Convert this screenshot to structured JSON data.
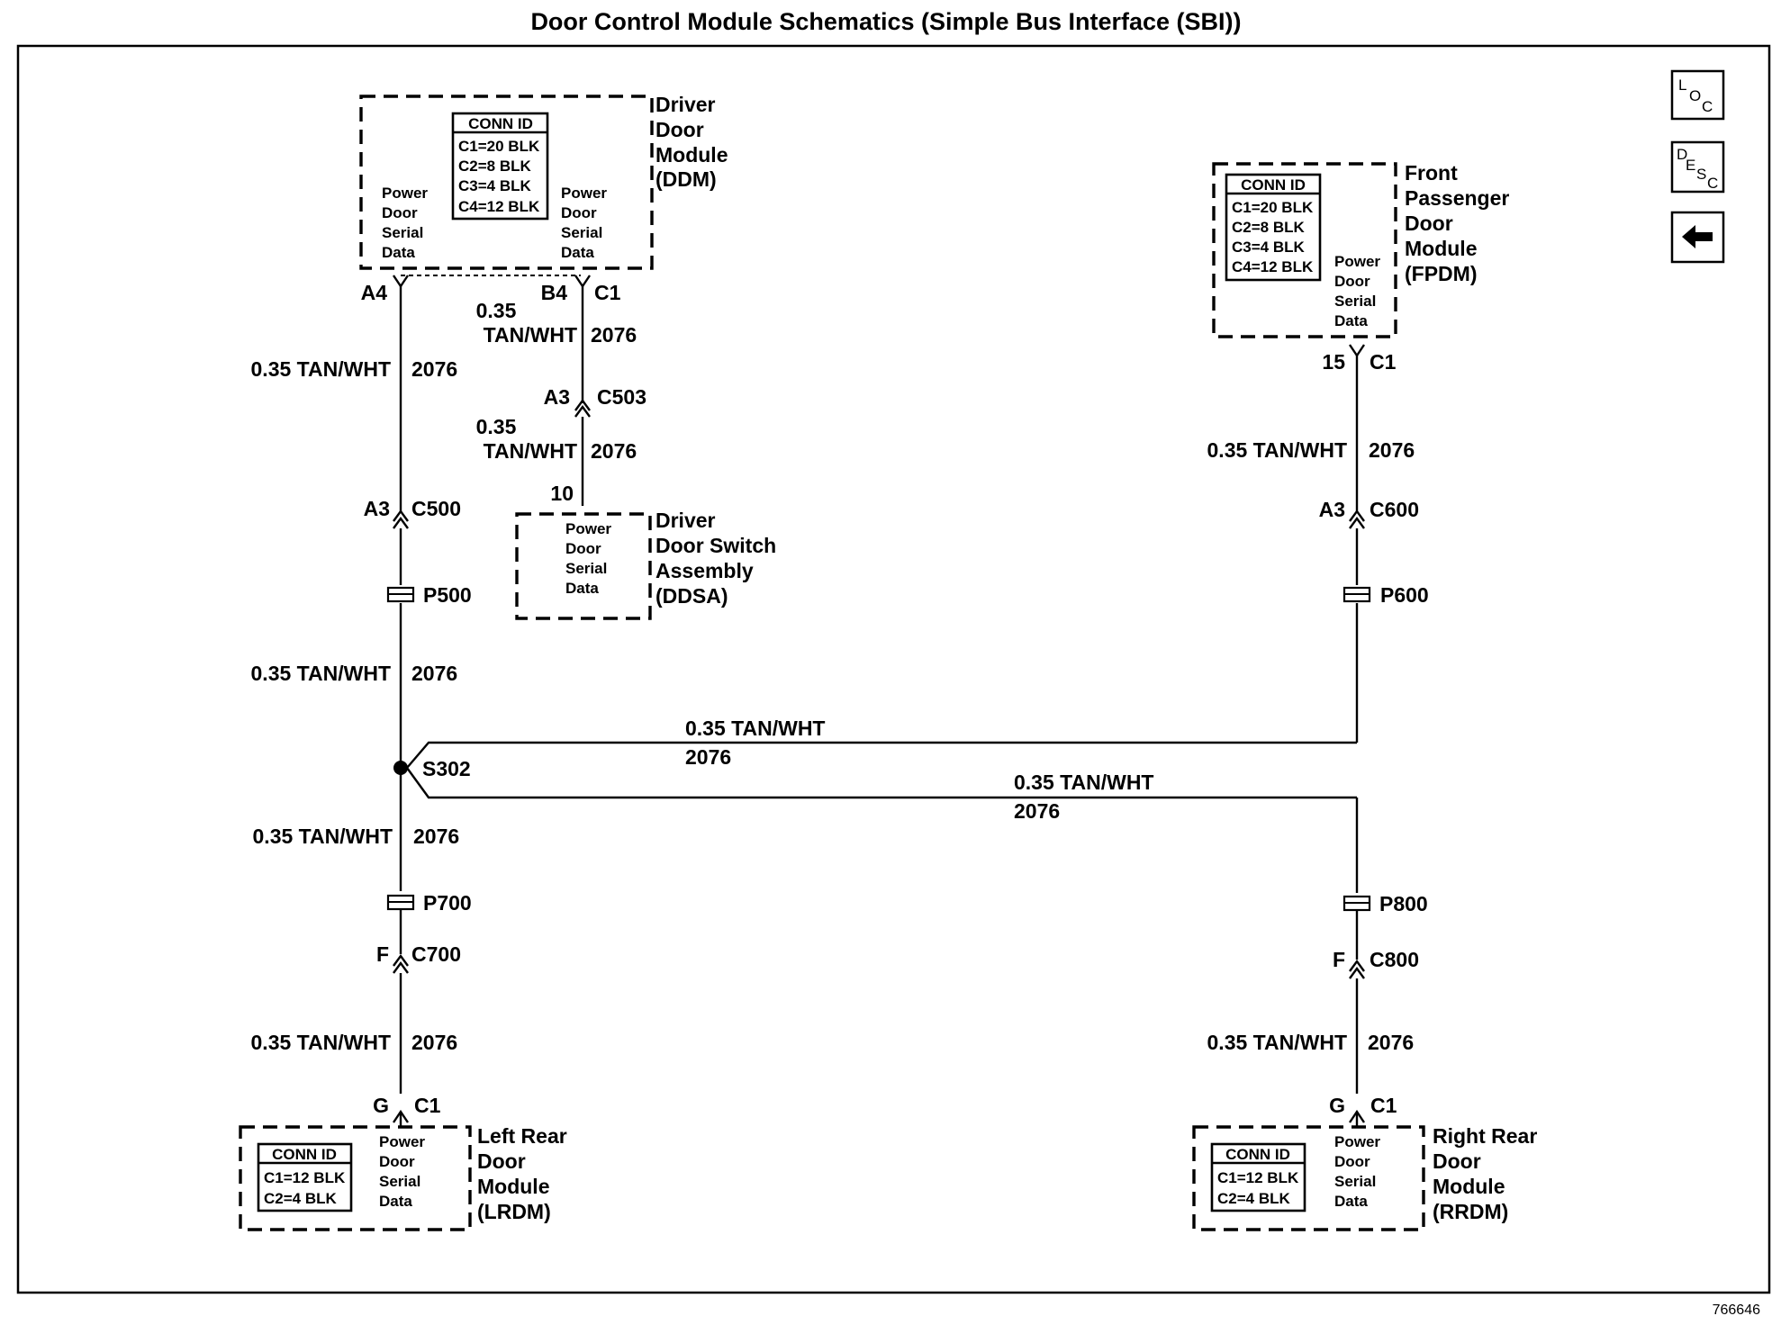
{
  "title": "Door Control Module Schematics (Simple Bus Interface (SBI))",
  "figure_id": "766646",
  "nav": {
    "loc_icon": "LOC",
    "desc_icon": "DESC",
    "back_icon": "back-arrow"
  },
  "wire": {
    "size_color": "0.35 TAN/WHT",
    "size": "0.35",
    "color": "TAN/WHT",
    "circuit": "2076"
  },
  "pin_label": [
    "Power",
    "Door",
    "Serial",
    "Data"
  ],
  "conn_id": "CONN ID",
  "ddm": {
    "name": [
      "Driver",
      "Door",
      "Module",
      "(DDM)"
    ],
    "conn": [
      "C1=20 BLK",
      "C2=8 BLK",
      "C3=4 BLK",
      "C4=12 BLK"
    ],
    "pin_a": "A4",
    "pin_b": "B4",
    "conn_b": "C1"
  },
  "fpdm": {
    "name": [
      "Front",
      "Passenger",
      "Door",
      "Module",
      "(FPDM)"
    ],
    "conn": [
      "C1=20 BLK",
      "C2=8 BLK",
      "C3=4 BLK",
      "C4=12 BLK"
    ],
    "pin": "15",
    "conn_id": "C1"
  },
  "ddsa": {
    "name": [
      "Driver",
      "Door Switch",
      "Assembly",
      "(DDSA)"
    ],
    "pin": "10"
  },
  "lrdm": {
    "name": [
      "Left Rear",
      "Door",
      "Module",
      "(LRDM)"
    ],
    "conn": [
      "C1=12 BLK",
      "C2=4 BLK"
    ],
    "pin": "G",
    "conn_id": "C1"
  },
  "rrdm": {
    "name": [
      "Right Rear",
      "Door",
      "Module",
      "(RRDM)"
    ],
    "conn": [
      "C1=12 BLK",
      "C2=4 BLK"
    ],
    "pin": "G",
    "conn_id": "C1"
  },
  "connectors": {
    "c500": {
      "pin": "A3",
      "id": "C500"
    },
    "c503": {
      "pin": "A3",
      "id": "C503"
    },
    "c600": {
      "pin": "A3",
      "id": "C600"
    },
    "c700": {
      "pin": "F",
      "id": "C700"
    },
    "c800": {
      "pin": "F",
      "id": "C800"
    }
  },
  "passthroughs": {
    "p500": "P500",
    "p600": "P600",
    "p700": "P700",
    "p800": "P800"
  },
  "splice": "S302"
}
